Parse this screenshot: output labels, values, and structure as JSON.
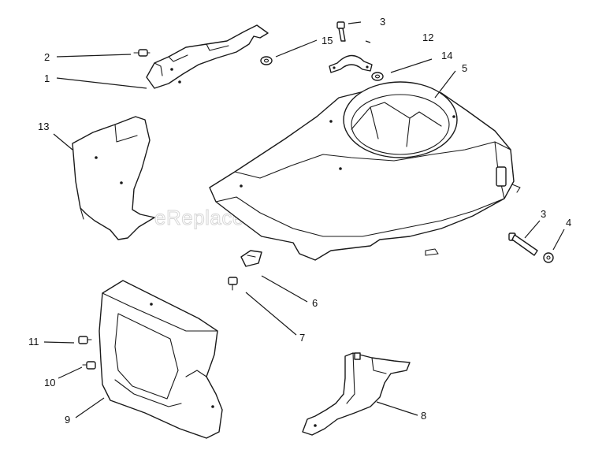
{
  "watermark": "eReplacementParts.com",
  "callouts": {
    "p1": "1",
    "p2": "2",
    "p3a": "3",
    "p3b": "3",
    "p4": "4",
    "p5": "5",
    "p6": "6",
    "p7": "7",
    "p8": "8",
    "p9": "9",
    "p10": "10",
    "p11": "11",
    "p12": "12",
    "p13": "13",
    "p14": "14",
    "p15": "15"
  }
}
